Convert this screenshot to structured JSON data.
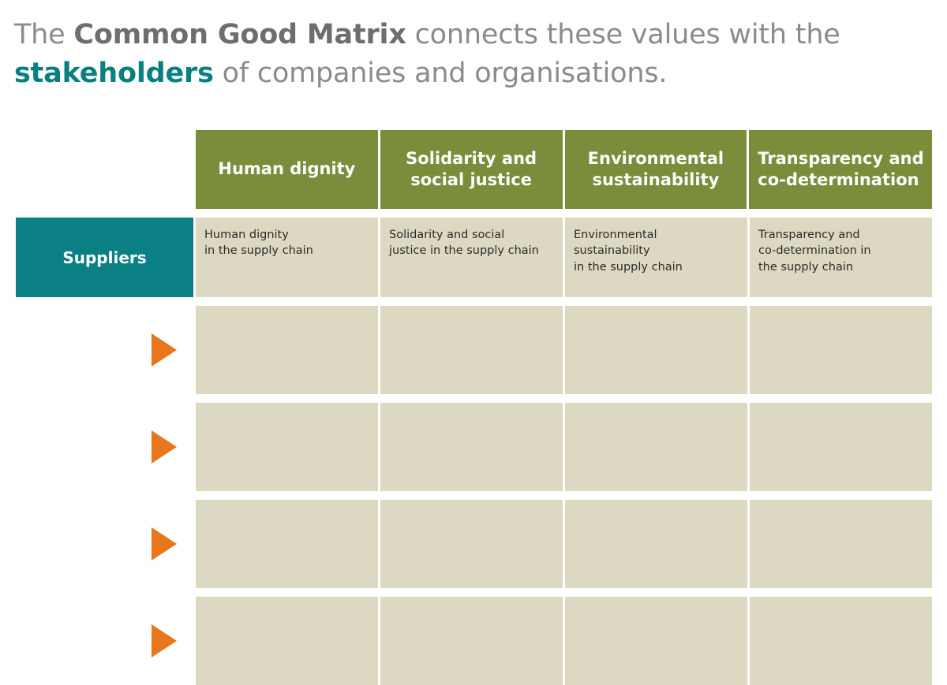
{
  "headline": {
    "segments": [
      {
        "text": "The ",
        "style": "normal"
      },
      {
        "text": "Common Good Matrix",
        "style": "dark-bold"
      },
      {
        "text": " connects these values with the ",
        "style": "normal"
      },
      {
        "text": "stakeholders",
        "style": "teal-bold"
      },
      {
        "text": " of companies and organisations.",
        "style": "normal"
      }
    ],
    "plain": "The Common Good Matrix connects these values with the stakeholders of companies and organisations."
  },
  "colors": {
    "header_green": "#7b8c3a",
    "row_label_teal": "#0a8084",
    "cell_beige": "#dcd8c1",
    "arrow_orange": "#e8761c",
    "heading_grey": "#8b8b8b",
    "heading_dark": "#6e6e6e",
    "heading_teal": "#0a7f80",
    "page_background": "#ffffff"
  },
  "matrix": {
    "corner_label": "",
    "column_headers": [
      {
        "label": "Human dignity",
        "align": "center"
      },
      {
        "label": "Solidarity and\nsocial justice",
        "align": "center"
      },
      {
        "label": "Environmental\nsustainability",
        "align": "center"
      },
      {
        "label": "Transparency and\nco-determination",
        "align": "left"
      }
    ],
    "rows": [
      {
        "label": "Suppliers",
        "label_filled": true,
        "arrow_icon": "",
        "cells": [
          "Human dignity\nin the supply chain",
          "Solidarity and social\njustice in the supply chain",
          "Environmental\nsustainability\nin the supply chain",
          "Transparency and\nco-determination in\nthe supply chain"
        ]
      },
      {
        "label": "",
        "label_filled": false,
        "arrow_icon": "play-arrow-right",
        "cells": [
          "",
          "",
          "",
          ""
        ]
      },
      {
        "label": "",
        "label_filled": false,
        "arrow_icon": "play-arrow-right",
        "cells": [
          "",
          "",
          "",
          ""
        ]
      },
      {
        "label": "",
        "label_filled": false,
        "arrow_icon": "play-arrow-right",
        "cells": [
          "",
          "",
          "",
          ""
        ]
      },
      {
        "label": "",
        "label_filled": false,
        "arrow_icon": "play-arrow-right",
        "cells": [
          "",
          "",
          "",
          ""
        ]
      }
    ]
  }
}
